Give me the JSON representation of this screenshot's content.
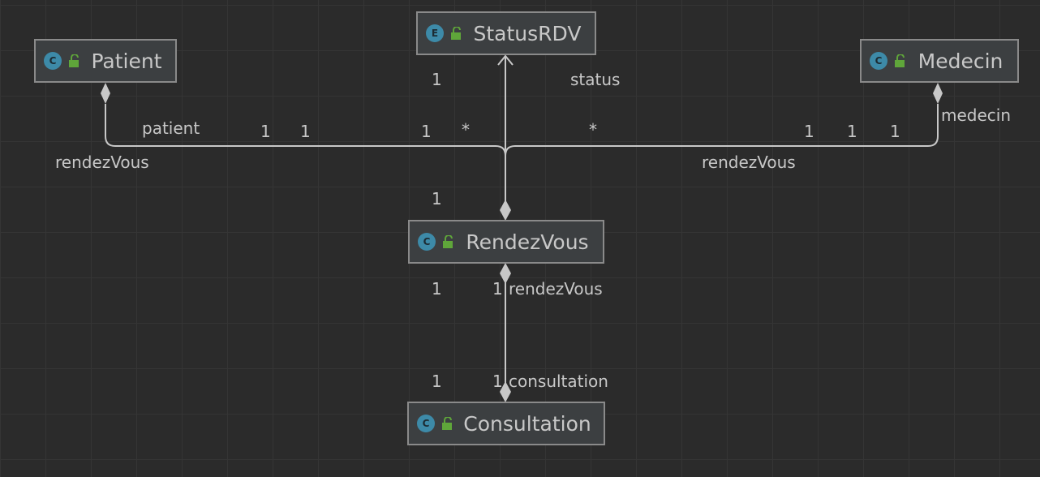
{
  "nodes": {
    "status_rdv": {
      "name": "StatusRDV",
      "kind": "E"
    },
    "patient": {
      "name": "Patient",
      "kind": "C"
    },
    "medecin": {
      "name": "Medecin",
      "kind": "C"
    },
    "rendez_vous": {
      "name": "RendezVous",
      "kind": "C"
    },
    "consultation": {
      "name": "Consultation",
      "kind": "C"
    }
  },
  "labels": {
    "status_mult": "1",
    "status_role": "status",
    "patient_role": "patient",
    "patient_mult_a": "1",
    "patient_mult_b": "1",
    "rendezvous_left_role": "rendezVous",
    "center_mult": "1",
    "star_left": "*",
    "star_right": "*",
    "medecin_role": "medecin",
    "medecin_mult_a": "1",
    "medecin_mult_b": "1",
    "medecin_mult_c": "1",
    "rendezvous_right_role": "rendezVous",
    "rdv_top_mult": "1",
    "rdv_bottom_mult": "1",
    "rdv_bottom_mult2": "1",
    "rdv_bottom_role": "rendezVous",
    "consult_mult": "1",
    "consult_mult2": "1",
    "consult_role": "consultation"
  },
  "colors": {
    "background": "#2b2b2b",
    "node_fill": "#3c3f41",
    "node_border": "#8a8a8a",
    "edge": "#c8c8c8",
    "class_icon": "#3d8aa8",
    "lock_icon": "#5fa63a"
  }
}
